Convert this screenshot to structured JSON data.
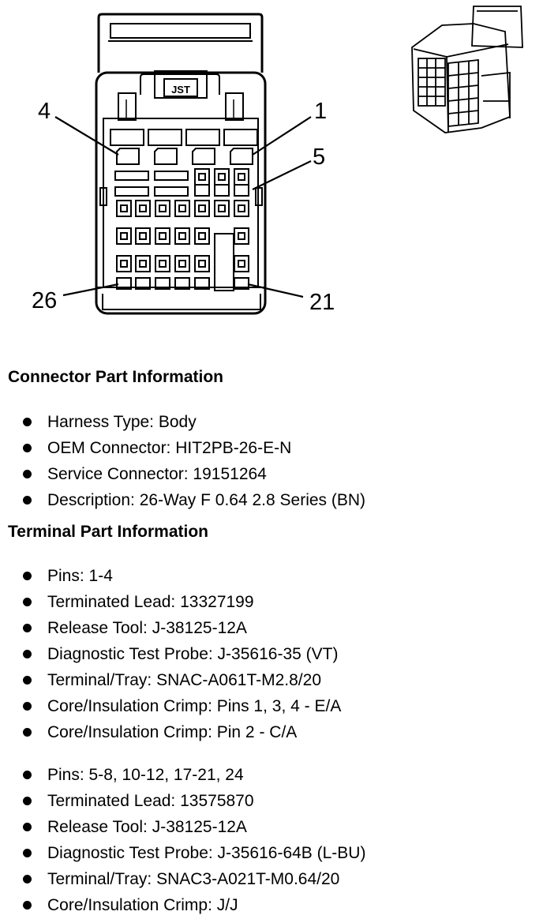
{
  "diagram": {
    "logo_text": "JST",
    "callouts": {
      "pin4": "4",
      "pin1": "1",
      "pin5": "5",
      "pin26": "26",
      "pin21": "21"
    }
  },
  "connector_section": {
    "heading": "Connector Part Information",
    "items": [
      "Harness Type: Body",
      "OEM Connector: HIT2PB-26-E-N",
      "Service Connector: 19151264",
      "Description: 26-Way F 0.64 2.8 Series (BN)"
    ]
  },
  "terminal_section": {
    "heading": "Terminal Part Information",
    "groups": [
      {
        "items": [
          "Pins: 1-4",
          "Terminated Lead: 13327199",
          "Release Tool: J-38125-12A",
          "Diagnostic Test Probe: J-35616-35 (VT)",
          "Terminal/Tray: SNAC-A061T-M2.8/20",
          "Core/Insulation Crimp: Pins 1, 3, 4 - E/A",
          "Core/Insulation Crimp: Pin 2 - C/A"
        ]
      },
      {
        "items": [
          "Pins: 5-8, 10-12, 17-21, 24",
          "Terminated Lead: 13575870",
          "Release Tool: J-38125-12A",
          "Diagnostic Test Probe: J-35616-64B (L-BU)",
          "Terminal/Tray: SNAC3-A021T-M0.64/20",
          "Core/Insulation Crimp: J/J"
        ]
      }
    ]
  }
}
